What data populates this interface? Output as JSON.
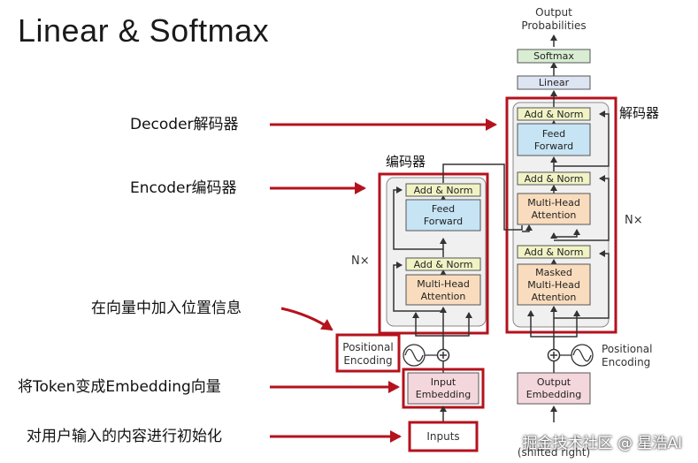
{
  "title": "Linear & Softmax",
  "labels": {
    "decoder": "Decoder解码器",
    "encoder": "Encoder编码器",
    "positional": "在向量中加入位置信息",
    "token": "将Token变成Embedding向量",
    "init": "对用户输入的内容进行初始化"
  },
  "diagram": {
    "output_probabilities": [
      "Output",
      "Probabilities"
    ],
    "softmax": "Softmax",
    "linear": "Linear",
    "add_norm": "Add & Norm",
    "feed_forward": [
      "Feed",
      "Forward"
    ],
    "multi_head_attention": [
      "Multi-Head",
      "Attention"
    ],
    "masked_attention": [
      "Masked",
      "Multi-Head",
      "Attention"
    ],
    "encoder_title": "编码器",
    "decoder_title": "解码器",
    "nx": "N×",
    "positional_encoding": [
      "Positional",
      "Encoding"
    ],
    "input_embedding": [
      "Input",
      "Embedding"
    ],
    "output_embedding": [
      "Output",
      "Embedding"
    ],
    "inputs": "Inputs",
    "shifted_right": "(shifted right)"
  },
  "watermark": "掘金技术社区 @ 星浩AI",
  "colors": {
    "highlight": "#b4121d",
    "add_norm": "#f1f3c5",
    "feed_forward": "#c6e4f4",
    "attention": "#f9dcbd",
    "embedding": "#f4d7dc",
    "linear": "#dde4f2",
    "softmax": "#d8edd2",
    "layer_bg": "#f0f0f0"
  }
}
